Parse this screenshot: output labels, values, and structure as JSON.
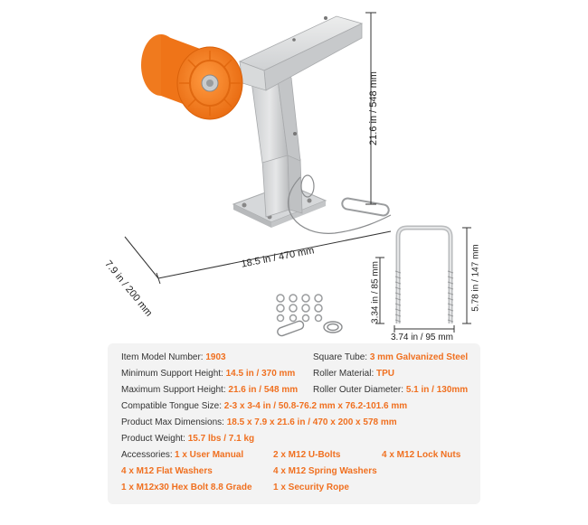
{
  "dimensions": {
    "height": "21.6 in / 548 mm",
    "length": "18.5 in / 470 mm",
    "width": "7.9 in / 200 mm",
    "ubolt_inner_height": "3.34 in / 85 mm",
    "ubolt_outer_height": "5.78 in / 147 mm",
    "ubolt_width": "3.74 in / 95 mm"
  },
  "specs": {
    "item_model_label": "Item Model Number:",
    "item_model_value": "1903",
    "square_tube_label": "Square Tube:",
    "square_tube_value": "3 mm Galvanized Steel",
    "min_height_label": "Minimum Support Height:",
    "min_height_value": "14.5 in / 370 mm",
    "roller_material_label": "Roller Material:",
    "roller_material_value": "TPU",
    "max_height_label": "Maximum Support Height:",
    "max_height_value": "21.6 in / 548 mm",
    "roller_diameter_label": "Roller Outer Diameter:",
    "roller_diameter_value": "5.1 in / 130mm",
    "tongue_size_label": "Compatible Tongue Size:",
    "tongue_size_value": "2-3 x 3-4 in / 50.8-76.2 mm x 76.2-101.6 mm",
    "max_dimensions_label": "Product Max Dimensions:",
    "max_dimensions_value": "18.5 x 7.9 x 21.6 in / 470 x 200 x 578 mm",
    "weight_label": "Product Weight:",
    "weight_value": "15.7 lbs / 7.1 kg",
    "accessories_label": "Accessories:",
    "accessories": [
      "1 x User Manual",
      "2 x M12 U-Bolts",
      "4 x M12 Lock Nuts",
      "4 x M12 Flat Washers",
      "4 x M12 Spring Washers",
      "1 x M12x30 Hex Bolt 8.8 Grade",
      "1 x Security Rope"
    ]
  },
  "colors": {
    "roller_orange": "#f07a1e",
    "accent_text": "#f07020",
    "steel": "#d4d6d8",
    "panel_bg": "#f3f3f3"
  }
}
